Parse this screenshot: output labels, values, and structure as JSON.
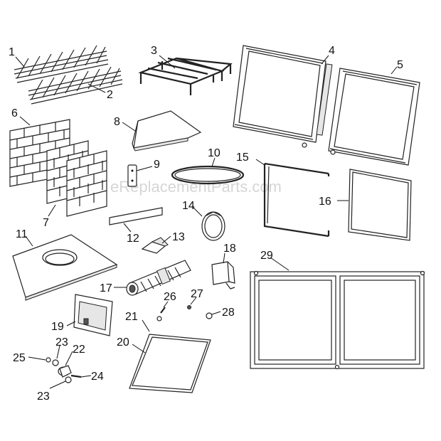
{
  "watermark": "eReplacementParts.com",
  "callouts": [
    {
      "id": "c1",
      "text": "1"
    },
    {
      "id": "c2",
      "text": "2"
    },
    {
      "id": "c3",
      "text": "3"
    },
    {
      "id": "c4",
      "text": "4"
    },
    {
      "id": "c5",
      "text": "5"
    },
    {
      "id": "c6",
      "text": "6"
    },
    {
      "id": "c7",
      "text": "7"
    },
    {
      "id": "c8",
      "text": "8"
    },
    {
      "id": "c9",
      "text": "9"
    },
    {
      "id": "c10",
      "text": "10"
    },
    {
      "id": "c11",
      "text": "11"
    },
    {
      "id": "c12",
      "text": "12"
    },
    {
      "id": "c13",
      "text": "13"
    },
    {
      "id": "c14",
      "text": "14"
    },
    {
      "id": "c15",
      "text": "15"
    },
    {
      "id": "c16",
      "text": "16"
    },
    {
      "id": "c17",
      "text": "17"
    },
    {
      "id": "c18",
      "text": "18"
    },
    {
      "id": "c19",
      "text": "19"
    },
    {
      "id": "c20",
      "text": "20"
    },
    {
      "id": "c21",
      "text": "21"
    },
    {
      "id": "c22",
      "text": "22"
    },
    {
      "id": "c23a",
      "text": "23"
    },
    {
      "id": "c23b",
      "text": "23"
    },
    {
      "id": "c24",
      "text": "24"
    },
    {
      "id": "c25",
      "text": "25"
    },
    {
      "id": "c26",
      "text": "26"
    },
    {
      "id": "c27",
      "text": "27"
    },
    {
      "id": "c28",
      "text": "28"
    },
    {
      "id": "c29",
      "text": "29"
    }
  ]
}
